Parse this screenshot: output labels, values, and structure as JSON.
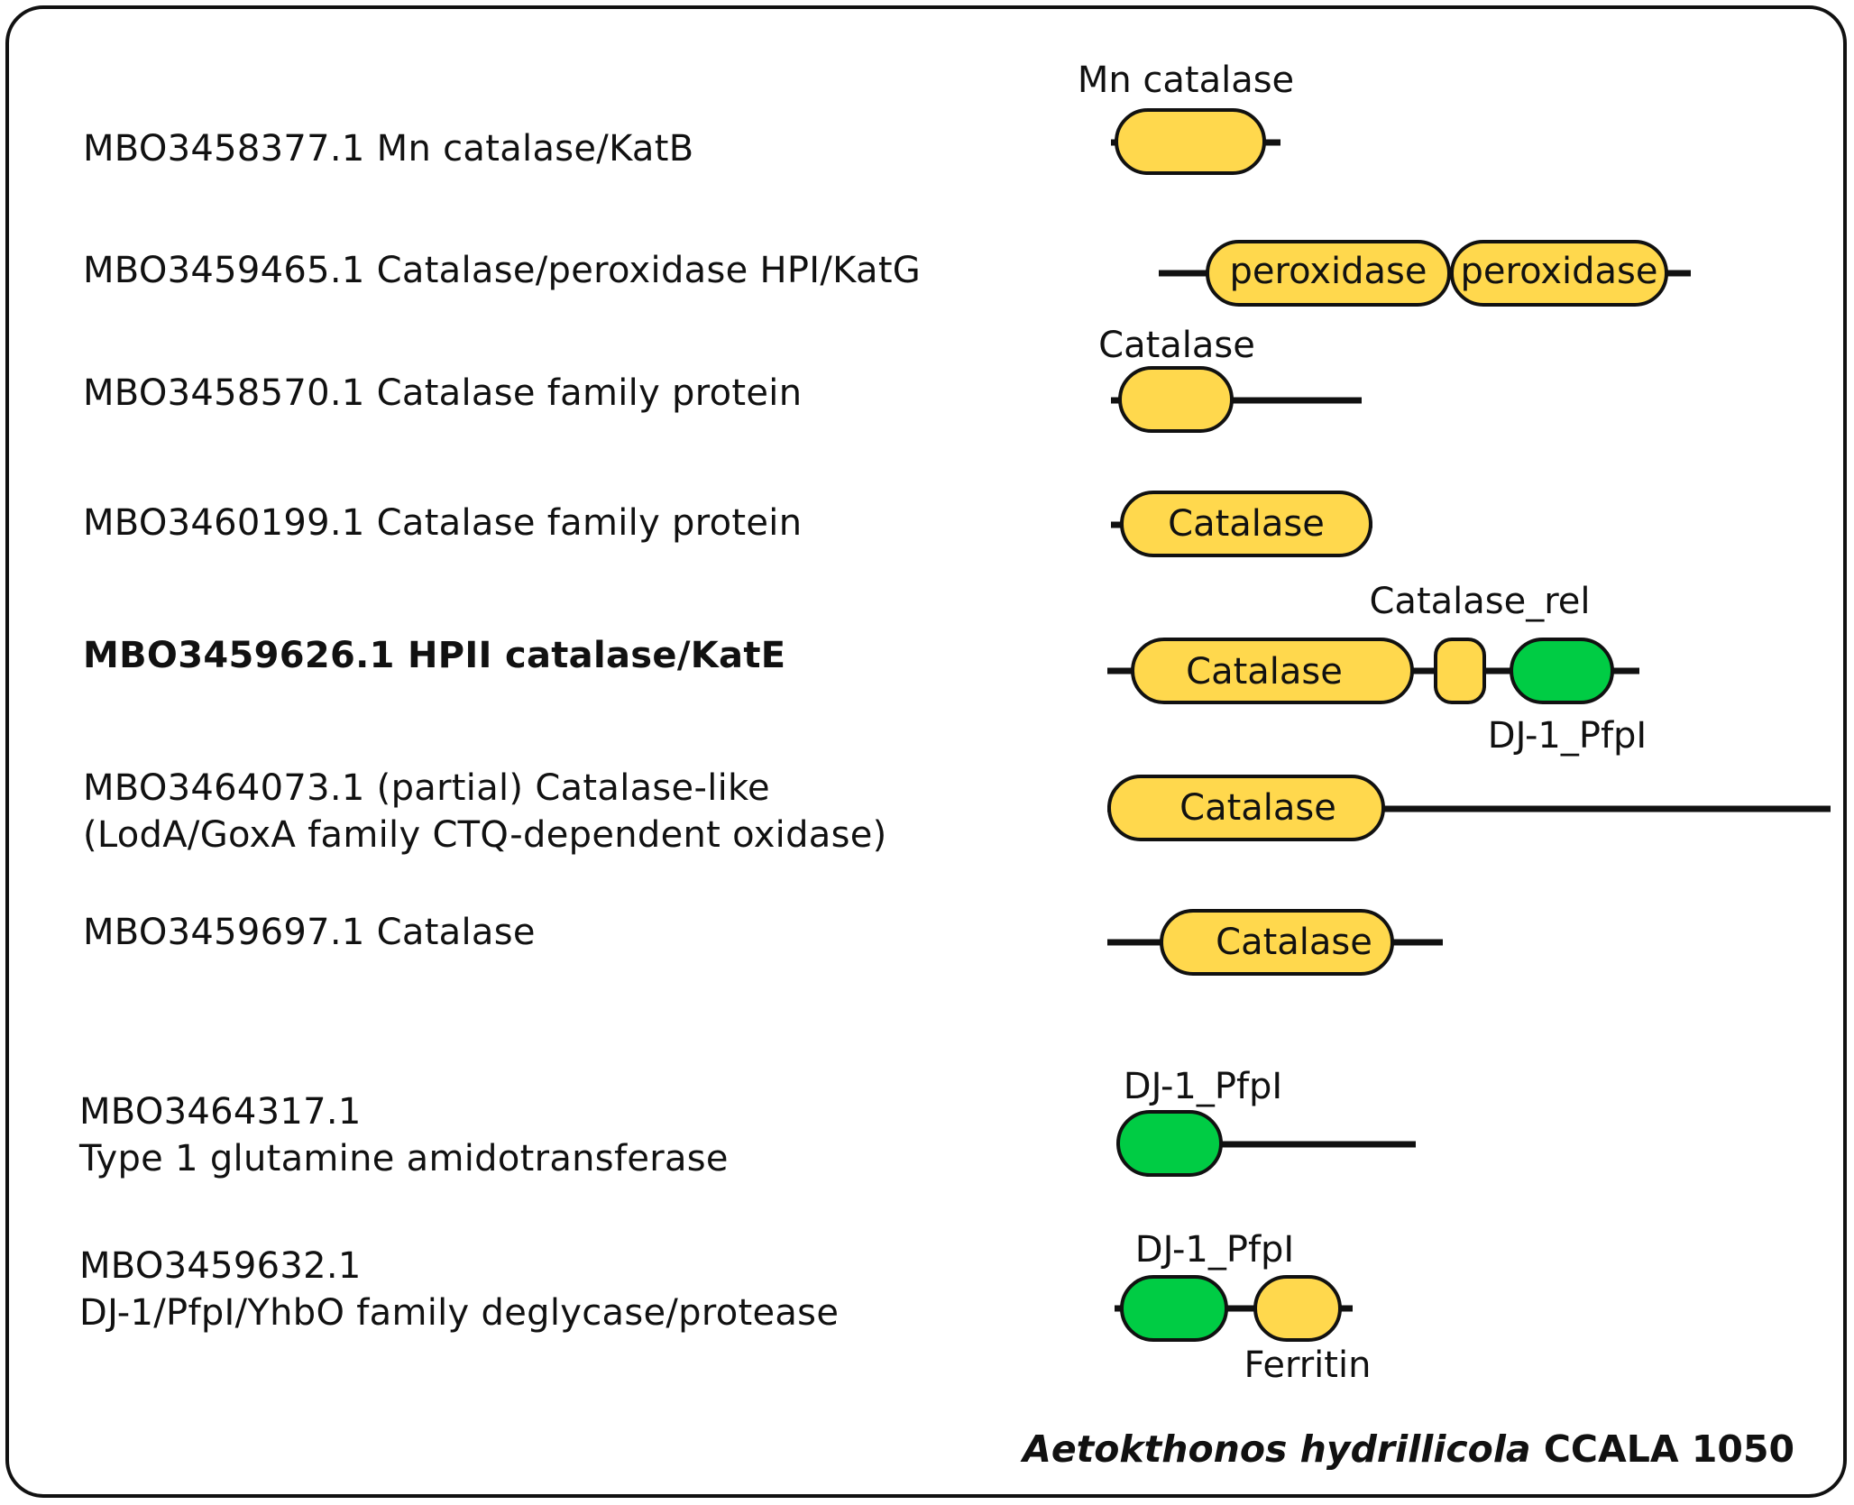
{
  "colors": {
    "catalase_domain": "#FFD84D",
    "dj1_domain": "#00CC44",
    "outline": "#111111"
  },
  "proteins": [
    {
      "lines": [
        "MBO3458377.1 Mn catalase/KatB"
      ],
      "bold": false
    },
    {
      "lines": [
        "MBO3459465.1 Catalase/peroxidase HPI/KatG"
      ],
      "bold": false
    },
    {
      "lines": [
        "MBO3458570.1 Catalase family protein"
      ],
      "bold": false
    },
    {
      "lines": [
        "MBO3460199.1 Catalase family protein"
      ],
      "bold": false
    },
    {
      "lines": [
        "MBO3459626.1 HPII catalase/KatE"
      ],
      "bold": true
    },
    {
      "lines": [
        "MBO3464073.1 (partial) Catalase-like",
        "(LodA/GoxA family CTQ-dependent oxidase)"
      ],
      "bold": false
    },
    {
      "lines": [
        "MBO3459697.1 Catalase"
      ],
      "bold": false
    },
    {
      "lines": [
        "MBO3464317.1",
        "Type 1 glutamine amidotransferase"
      ],
      "bold": false
    },
    {
      "lines": [
        "MBO3459632.1",
        "DJ-1/PfpI/YhbO family deglycase/protease"
      ],
      "bold": false
    }
  ],
  "domain_labels": {
    "mn_catalase": "Mn catalase",
    "peroxidase_1": "peroxidase",
    "peroxidase_2": "peroxidase",
    "catalase_above": "Catalase",
    "catalase_inside_4": "Catalase",
    "catalase_inside_5": "Catalase",
    "catalase_rel": "Catalase_rel",
    "dj1_below_5": "DJ-1_PfpI",
    "catalase_inside_6": "Catalase",
    "catalase_inside_7": "Catalase",
    "dj1_above_8": "DJ-1_PfpI",
    "dj1_above_9": "DJ-1_PfpI",
    "ferritin": "Ferritin"
  },
  "footer": {
    "species": "Aetokthonos hydrillicola",
    "strain": "CCALA 1050"
  }
}
